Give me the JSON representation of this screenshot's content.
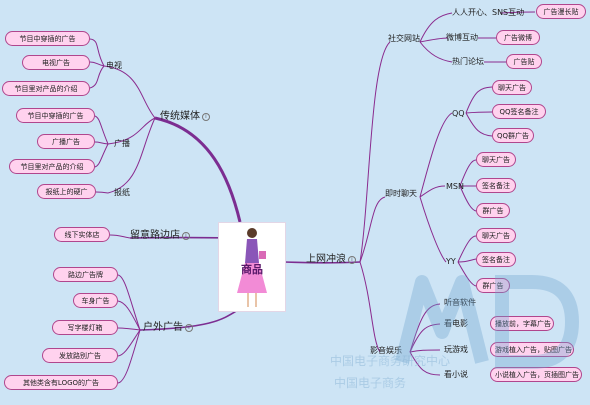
{
  "center": {
    "label": "商品"
  },
  "left": {
    "traditional_media": {
      "label": "传统媒体",
      "tv": {
        "label": "电视",
        "items": [
          "节目中穿插的广告",
          "电视广告",
          "节目里对产品的介绍"
        ]
      },
      "radio": {
        "label": "广播",
        "items": [
          "节目中穿插的广告",
          "广播广告",
          "节目里对产品的介绍"
        ]
      },
      "newspaper": {
        "label": "报纸",
        "items": [
          "报纸上的硬广"
        ]
      }
    },
    "street_shops": {
      "label": "留意路边店",
      "items": [
        "线下实体店"
      ]
    },
    "outdoor": {
      "label": "户外广告",
      "items": [
        "路边广告牌",
        "车身广告",
        "写字楼灯箱",
        "发放路别广告",
        "其他类含有LOGO的广告"
      ]
    }
  },
  "right": {
    "online": {
      "label": "上网冲浪",
      "social": {
        "label": "社交网站",
        "items": [
          {
            "label": "人人开心、SNS互动",
            "leaf": "广告漫长贴"
          },
          {
            "label": "微博互动",
            "leaf": "广告微博"
          },
          {
            "label": "热门论坛",
            "leaf": "广告贴"
          }
        ]
      },
      "im": {
        "label": "即时聊天",
        "qq": {
          "label": "QQ",
          "items": [
            "聊天广告",
            "QQ签名备注",
            "QQ群广告"
          ]
        },
        "msn": {
          "label": "MSN",
          "items": [
            "聊天广告",
            "签名备注",
            "群广告"
          ]
        },
        "yy": {
          "label": "YY",
          "items": [
            "聊天广告",
            "签名备注",
            "群广告"
          ]
        }
      },
      "entertainment": {
        "label": "影音娱乐",
        "items": [
          {
            "label": "听音软件",
            "leaf": ""
          },
          {
            "label": "看电影",
            "leaf": "播放前，字幕广告"
          },
          {
            "label": "玩游戏",
            "leaf": "游戏植入广告，贴图广告"
          },
          {
            "label": "看小说",
            "leaf": "小说植入广告，页插图广告"
          }
        ]
      }
    }
  },
  "watermark": {
    "line1": "中国电子商务研究中心",
    "line2": "中国电子商务"
  }
}
